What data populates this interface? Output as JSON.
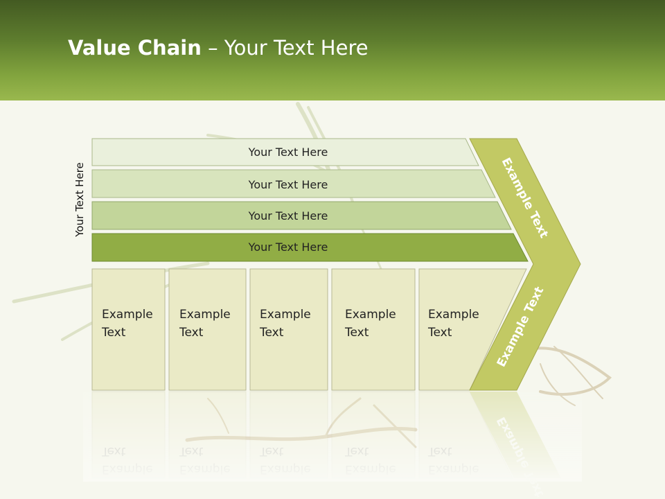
{
  "slide": {
    "title_bold": "Value Chain",
    "title_rest": " – Your Text Here",
    "side_label": "Your Text Here"
  },
  "support_bars": [
    {
      "label": "Your Text Here",
      "color": "#eaf0dc"
    },
    {
      "label": "Your Text Here",
      "color": "#d8e4bd"
    },
    {
      "label": "Your Text Here",
      "color": "#c2d59a"
    },
    {
      "label": "Your Text Here",
      "color": "#91ad45"
    }
  ],
  "primary_cells": [
    {
      "line1": "Example",
      "line2": "Text"
    },
    {
      "line1": "Example",
      "line2": "Text"
    },
    {
      "line1": "Example",
      "line2": "Text"
    },
    {
      "line1": "Example",
      "line2": "Text"
    },
    {
      "line1": "Example",
      "line2": "Text"
    }
  ],
  "chevron": {
    "upper_label": "Example Text",
    "lower_label": "Example Text",
    "color": "#c2c964"
  },
  "colors": {
    "cell_fill": "#eaeac6",
    "header_top": "#435a22",
    "header_bottom": "#9ab84e"
  }
}
